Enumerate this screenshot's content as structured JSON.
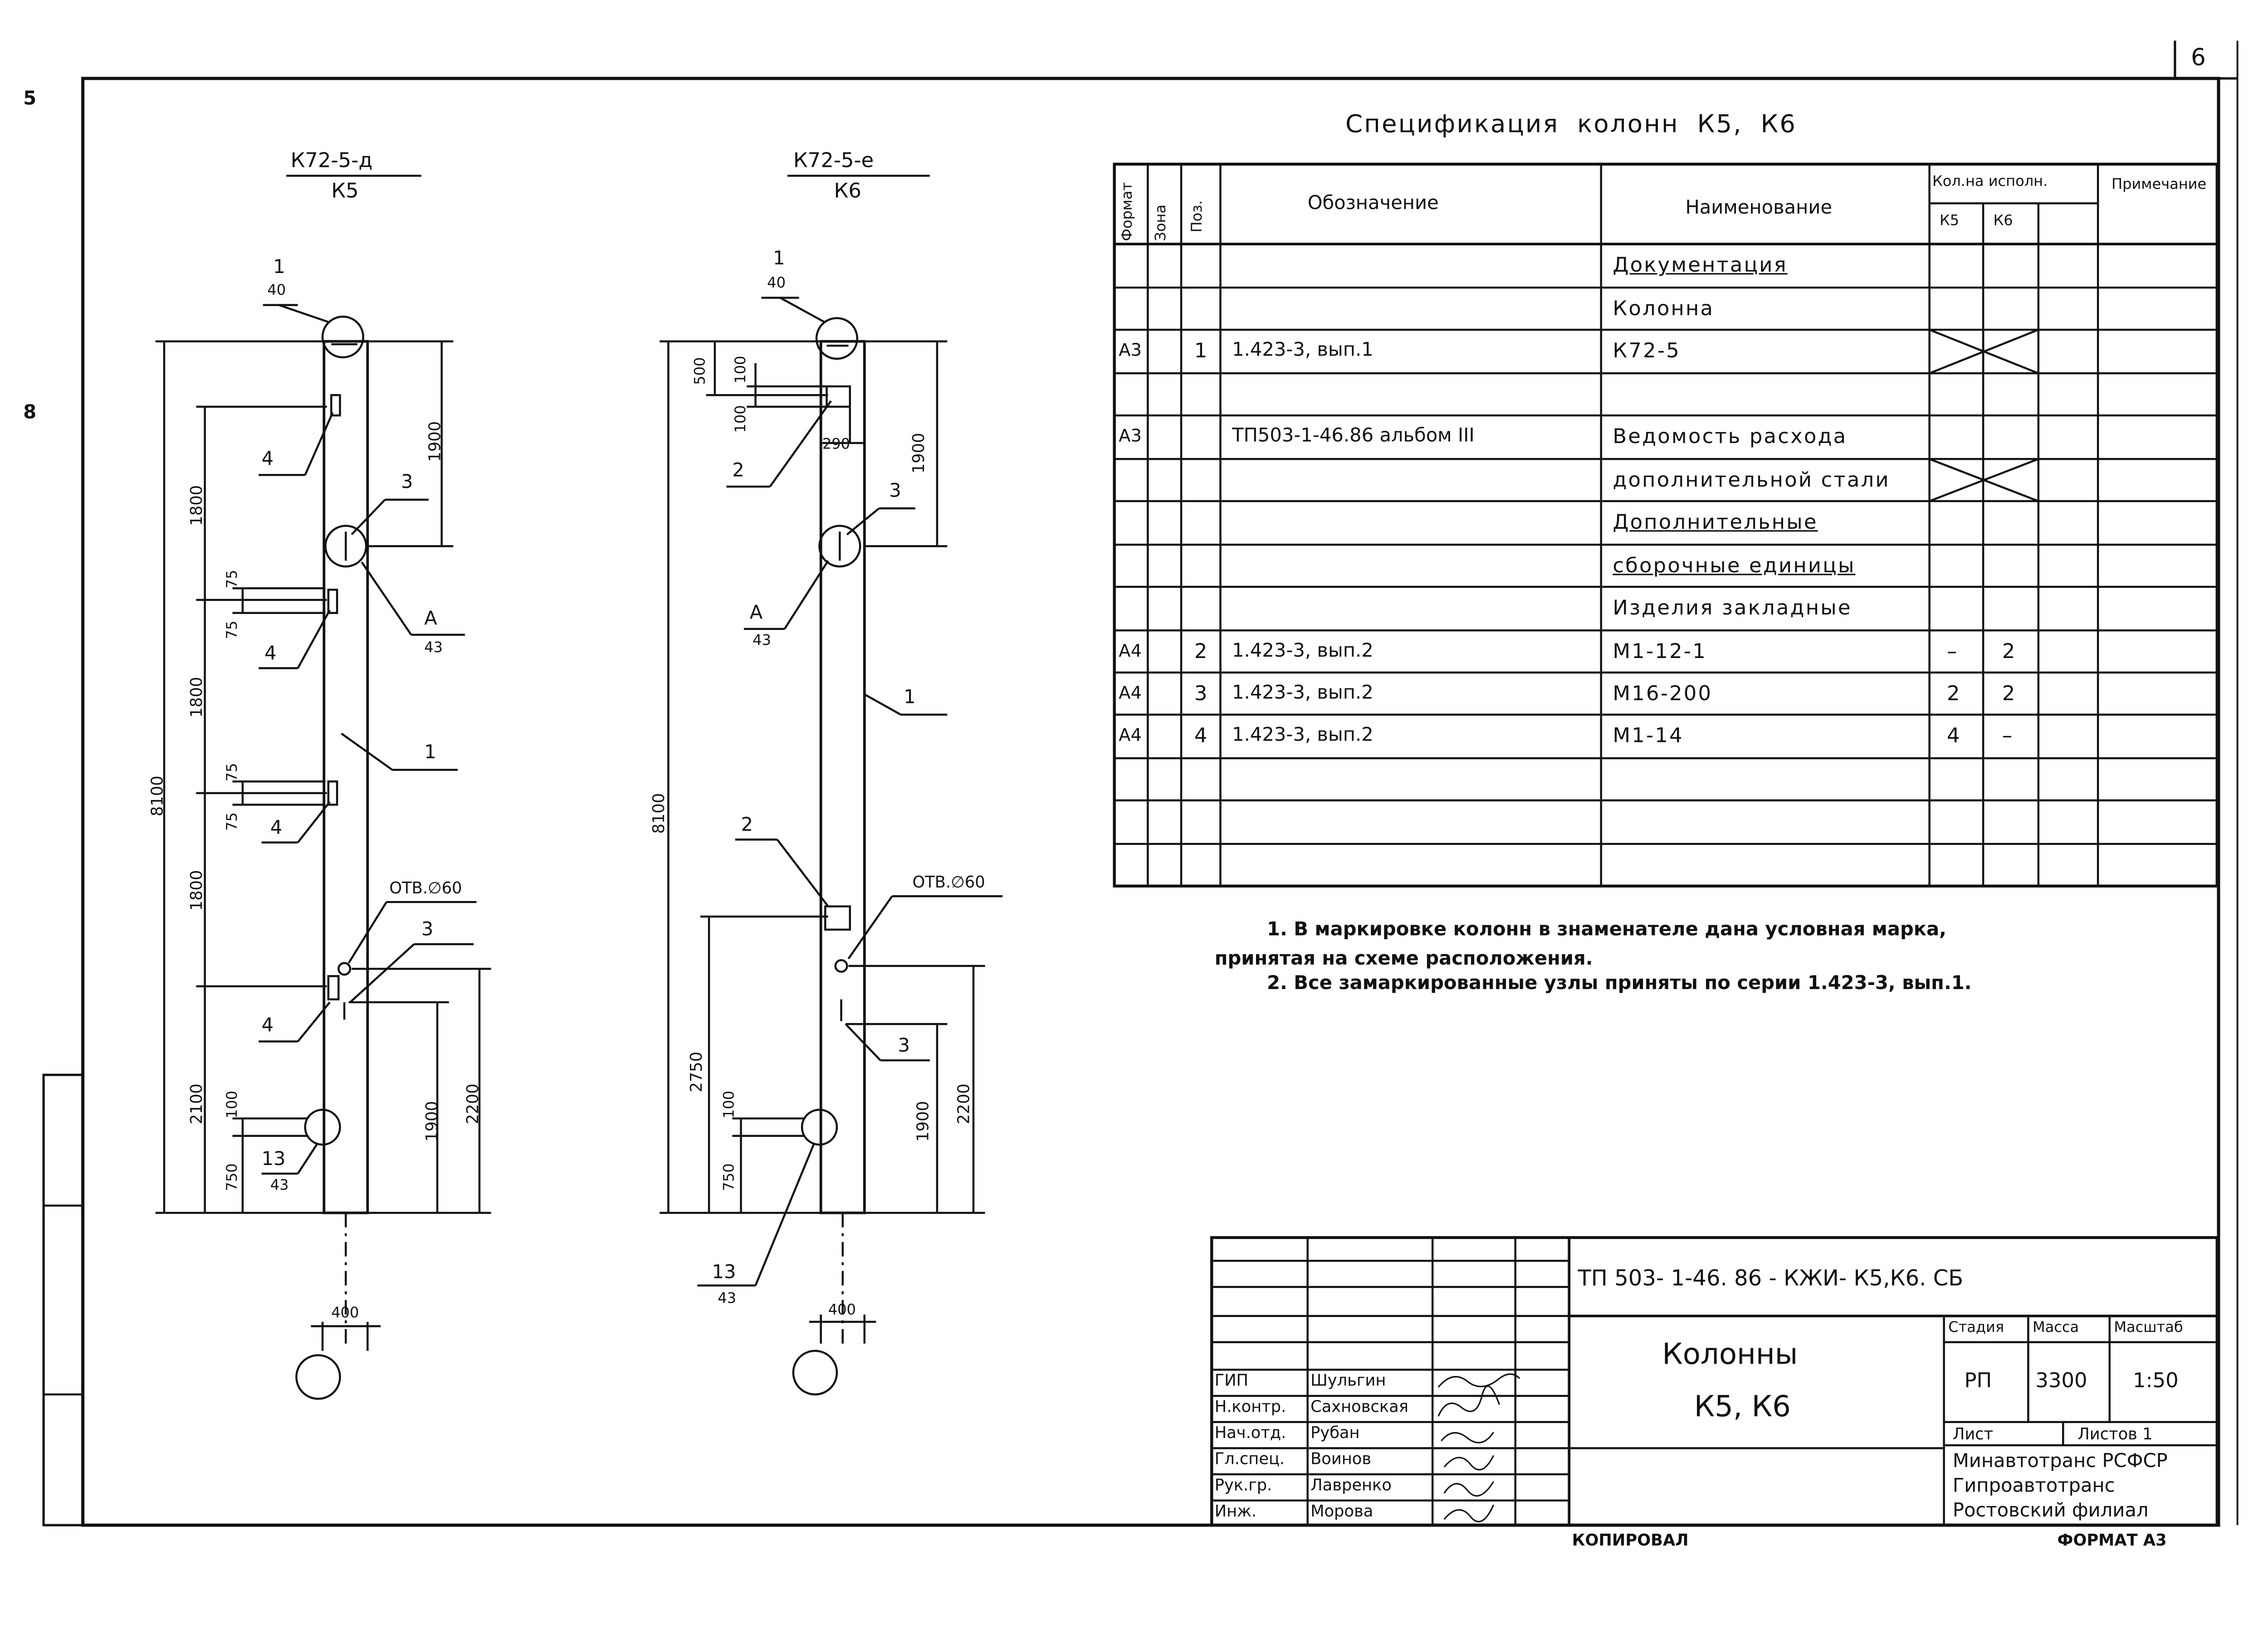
{
  "sheet": {
    "number": "6",
    "copied": "КОПИРОВАЛ",
    "format": "ФОРМАТ А3",
    "margin_marks": [
      "5",
      "8"
    ]
  },
  "col_k5": {
    "mark_top": "К72-5-д",
    "mark_bottom": "К5",
    "callouts": {
      "c1_num": "1",
      "c1_den": "40",
      "c4a": "4",
      "c3a": "3",
      "cA_num": "А",
      "cA_den": "43",
      "c4b": "4",
      "c1b": "1",
      "c4c": "4",
      "hole": "ОТВ.∅60",
      "c3b": "3",
      "c4d": "4",
      "c13_num": "13",
      "c13_den": "43"
    },
    "dims": {
      "total": "8100",
      "d1800a": "1800",
      "d1800b": "1800",
      "d1800c": "1800",
      "d2100": "2100",
      "d1900": "1900",
      "d75a": "75",
      "d75b": "75",
      "d75c": "75",
      "d75d": "75",
      "d100": "100",
      "d750": "750",
      "d1900b": "1900",
      "d2200": "2200",
      "width": "400"
    }
  },
  "col_k6": {
    "mark_top": "К72-5-е",
    "mark_bottom": "К6",
    "callouts": {
      "c1_num": "1",
      "c1_den": "40",
      "c2a": "2",
      "c3a": "3",
      "cA_num": "А",
      "cA_den": "43",
      "c1b": "1",
      "c2b": "2",
      "hole": "ОТВ.∅60",
      "c3b": "3",
      "c13_num": "13",
      "c13_den": "43"
    },
    "dims": {
      "total": "8100",
      "d500": "500",
      "d100a": "100",
      "d100b": "100",
      "d290": "290",
      "d1900": "1900",
      "d2750": "2750",
      "d100": "100",
      "d750": "750",
      "d1900b": "1900",
      "d2200": "2200",
      "width": "400"
    }
  },
  "spec": {
    "title": "Спецификация колонн К5, К6",
    "headers": {
      "format": "Формат",
      "zone": "Зона",
      "pos": "Поз.",
      "designation": "Обозначение",
      "name": "Наименование",
      "qty": "Кол.на исполн.",
      "k5": "К5",
      "k6": "К6",
      "note": "Примечание"
    },
    "rows": [
      {
        "fmt": "",
        "pos": "",
        "des": "",
        "name": "Документация",
        "k5": "",
        "k6": "",
        "u": true
      },
      {
        "fmt": "",
        "pos": "",
        "des": "",
        "name": "Колонна",
        "k5": "",
        "k6": ""
      },
      {
        "fmt": "А3",
        "pos": "1",
        "des": "1.423-3,    вып.1",
        "name": "К72-5",
        "k5": "",
        "k6": "",
        "x": true
      },
      {
        "fmt": "",
        "pos": "",
        "des": "",
        "name": "",
        "k5": "",
        "k6": ""
      },
      {
        "fmt": "А3",
        "pos": "",
        "des": "ТП503-1-46.86 альбом III",
        "name": "Ведомость расхода",
        "k5": "",
        "k6": ""
      },
      {
        "fmt": "",
        "pos": "",
        "des": "",
        "name": "дополнительной стали",
        "k5": "",
        "k6": "",
        "x": true
      },
      {
        "fmt": "",
        "pos": "",
        "des": "",
        "name": "Дополнительные",
        "k5": "",
        "k6": "",
        "u": true
      },
      {
        "fmt": "",
        "pos": "",
        "des": "",
        "name": "сборочные единицы",
        "k5": "",
        "k6": "",
        "u": true
      },
      {
        "fmt": "",
        "pos": "",
        "des": "",
        "name": "Изделия закладные",
        "k5": "",
        "k6": ""
      },
      {
        "fmt": "А4",
        "pos": "2",
        "des": "1.423-3,     вып.2",
        "name": "М1-12-1",
        "k5": "–",
        "k6": "2"
      },
      {
        "fmt": "А4",
        "pos": "3",
        "des": "1.423-3,     вып.2",
        "name": "М16-200",
        "k5": "2",
        "k6": "2"
      },
      {
        "fmt": "А4",
        "pos": "4",
        "des": "1.423-3,     вып.2",
        "name": "М1-14",
        "k5": "4",
        "k6": "–"
      },
      {
        "fmt": "",
        "pos": "",
        "des": "",
        "name": "",
        "k5": "",
        "k6": ""
      },
      {
        "fmt": "",
        "pos": "",
        "des": "",
        "name": "",
        "k5": "",
        "k6": ""
      },
      {
        "fmt": "",
        "pos": "",
        "des": "",
        "name": "",
        "k5": "",
        "k6": ""
      }
    ]
  },
  "notes": {
    "n1a": "1. В маркировке   колонн  в знаменателе дана условная марка,",
    "n1b": "принятая  на  схеме  расположения.",
    "n2": "2. Все замаркированные узлы приняты по серии 1.423-3, вып.1."
  },
  "title_block": {
    "code": "ТП     503- 1-46. 86  -   КЖИ- К5,К6.  СБ",
    "object_line1": "Колонны",
    "object_line2": "К5, К6",
    "stage_label": "Стадия",
    "mass_label": "Масса",
    "scale_label": "Масштаб",
    "stage": "РП",
    "mass": "3300",
    "scale": "1:50",
    "sheet_label": "Лист",
    "sheets_label": "Листов 1",
    "org1": "Минавтотранс РСФСР",
    "org2": "Гипроавтотранс",
    "org3": "Ростовский филиал",
    "staff": [
      {
        "role": "ГИП",
        "name": "Шульгин"
      },
      {
        "role": "Н.контр.",
        "name": "Сахновская"
      },
      {
        "role": "Нач.отд.",
        "name": "Рубан"
      },
      {
        "role": "Гл.спец.",
        "name": "Воинов"
      },
      {
        "role": "Рук.гр.",
        "name": "Лавренко"
      },
      {
        "role": "Инж.",
        "name": "Морова"
      }
    ]
  }
}
